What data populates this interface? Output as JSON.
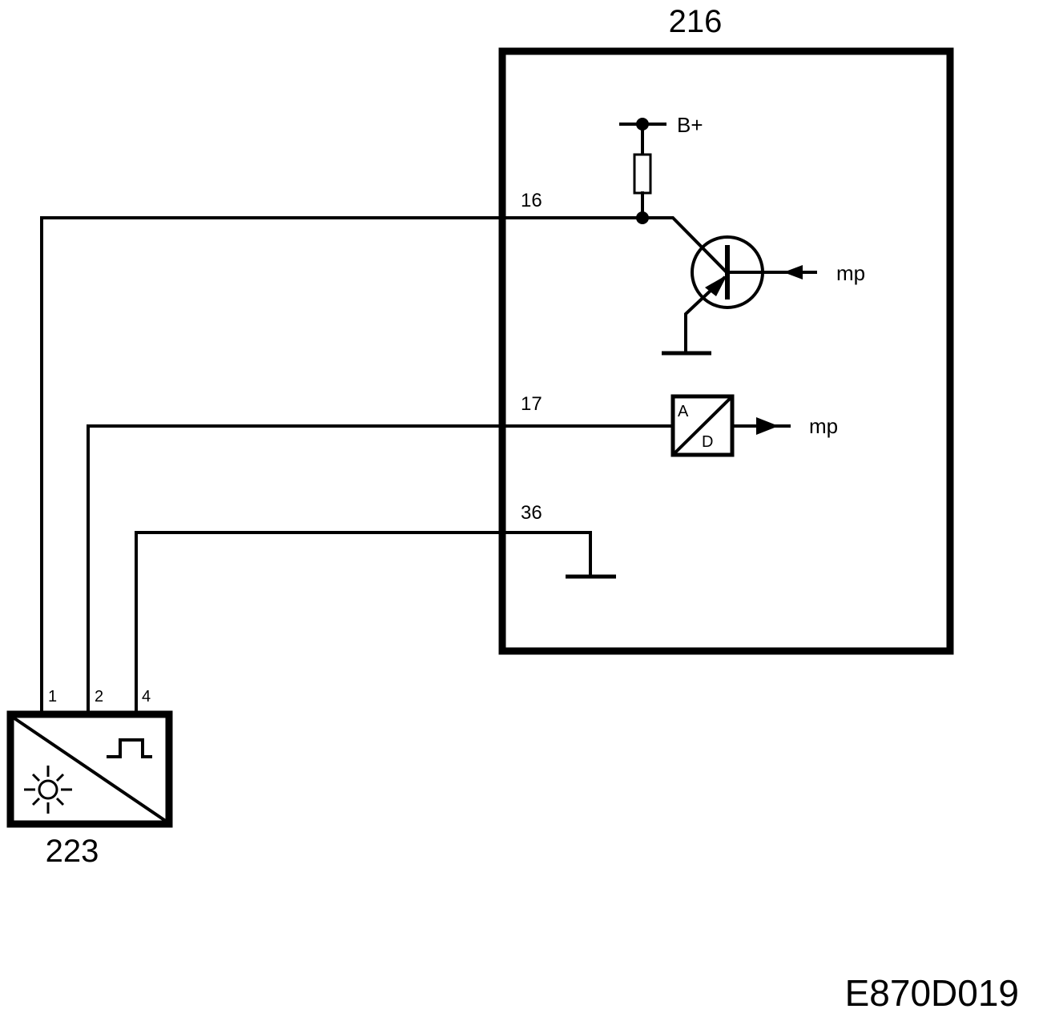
{
  "ecu": {
    "id": "216",
    "supply_label": "B+",
    "pins": [
      {
        "number": "16"
      },
      {
        "number": "17"
      },
      {
        "number": "36"
      }
    ],
    "output_labels": [
      "mp",
      "mp"
    ],
    "adc": {
      "top": "A",
      "bottom": "D"
    }
  },
  "sensor": {
    "id": "223",
    "pins": [
      "1",
      "2",
      "4"
    ],
    "icons": [
      "light-sun-icon",
      "pulse-signal-icon"
    ]
  },
  "figure_code": "E870D019",
  "colors": {
    "line": "#000000",
    "background": "#ffffff"
  }
}
